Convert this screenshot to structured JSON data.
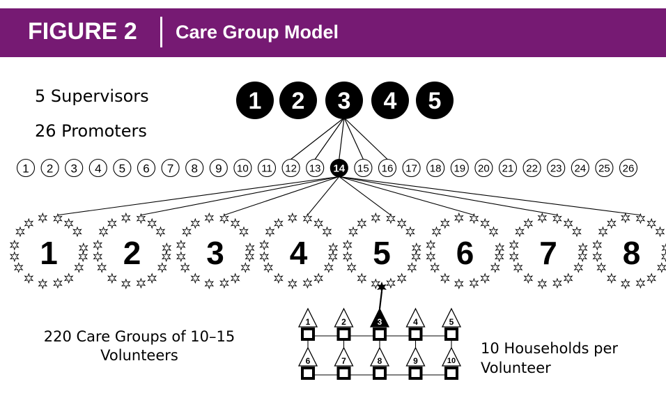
{
  "figure": {
    "label": "FIGURE 2",
    "title": "Care Group Model",
    "colors": {
      "header": "#761a73",
      "ink": "#000000",
      "paper": "#ffffff"
    }
  },
  "labels": {
    "supervisors": "5 Supervisors",
    "promoters": "26 Promoters",
    "care_groups": "220 Care Groups of 10–15 Volunteers",
    "households": "10 Households per Volunteer"
  },
  "supervisors": [
    "1",
    "2",
    "3",
    "4",
    "5"
  ],
  "highlighted_supervisor": "3",
  "promoters": [
    "1",
    "2",
    "3",
    "4",
    "5",
    "6",
    "7",
    "8",
    "9",
    "10",
    "11",
    "12",
    "13",
    "14",
    "15",
    "16",
    "17",
    "18",
    "19",
    "20",
    "21",
    "22",
    "23",
    "24",
    "25",
    "26"
  ],
  "highlighted_promoter": "14",
  "promoters_linked_to_supervisor": [
    "12",
    "13",
    "14",
    "15",
    "16"
  ],
  "care_groups": [
    "1",
    "2",
    "3",
    "4",
    "5",
    "6",
    "7",
    "8"
  ],
  "highlighted_care_group": "5",
  "households": [
    "1",
    "2",
    "3",
    "4",
    "5",
    "6",
    "7",
    "8",
    "9",
    "10"
  ],
  "highlighted_household": "3",
  "icons": {
    "supervisor": "filled-circle-icon",
    "promoter": "outlined-circle-icon",
    "volunteer": "star-icon",
    "household": "house-icon"
  }
}
